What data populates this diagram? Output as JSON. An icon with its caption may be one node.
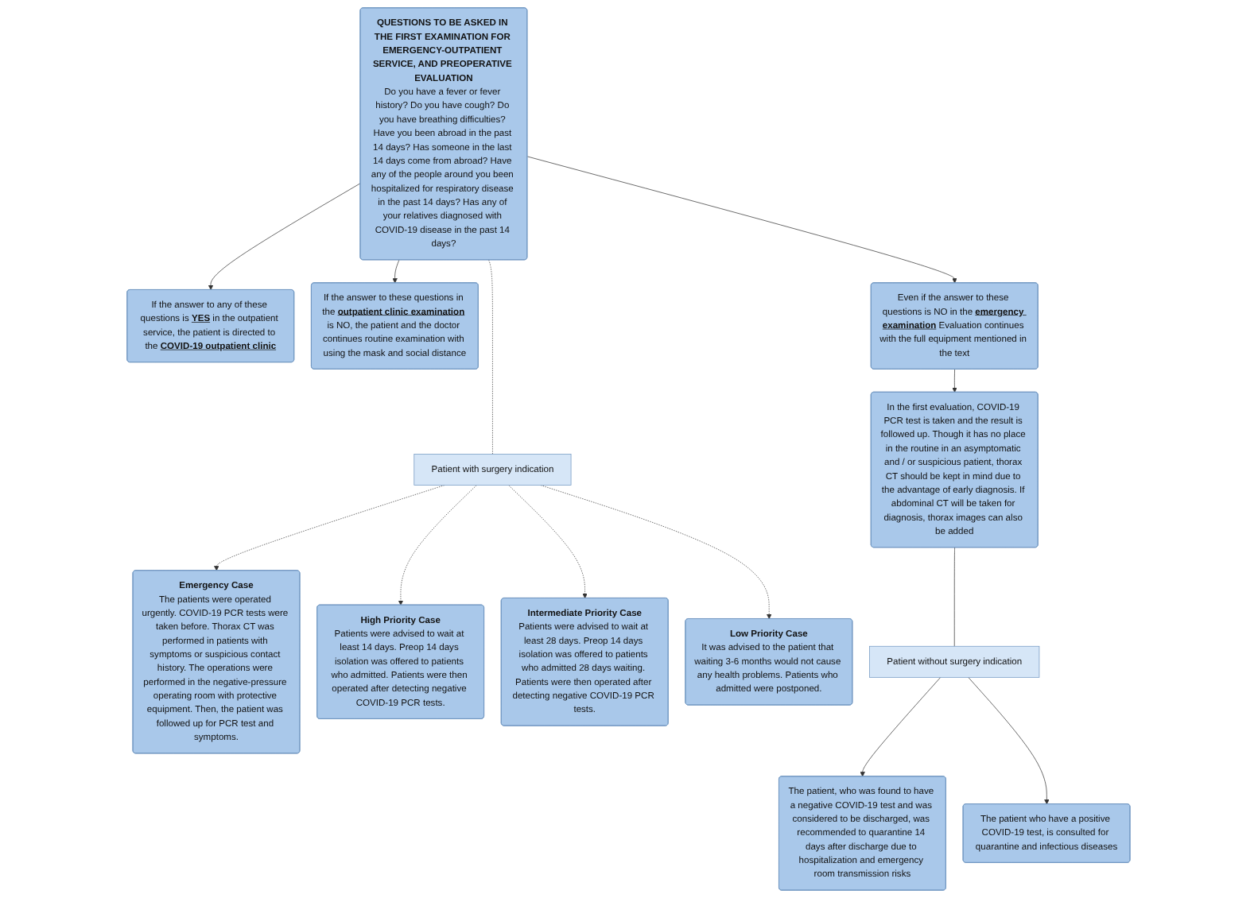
{
  "diagram": {
    "nodes": [
      {
        "text": [
          "QUESTIONS TO BE ASKED IN THE FIRST EXAMINATION FOR EMERGENCY-OUTPATIENT SERVICE, AND PREOPERATIVE EVALUATION",
          "Do you have a fever or fever history? Do you have cough? Do you have breathing difficulties? Have you been abroad in the past 14 days? Has someone in the last 14 days come from abroad? Have any of the people around you been hospitalized for respiratory disease in the past 14 days? Has any of your relatives diagnosed with COVID-19 disease in the past 14 days?"
        ]
      },
      {
        "text": [
          "If the answer to these questions in the **outpatient clinic examination** is NO, the patient and the doctor continues routine examination with using the mask and social distance"
        ]
      },
      {
        "text": [
          "Even if the answer to these questions is NO in the **emergency examination** Evaluation continues with the full equipment mentioned in the text"
        ]
      },
      {
        "text": [
          "If the answer to any of these questions is **YES** in the outpatient service, the patient is directed to the **COVID-19 outpatient clinic**"
        ]
      },
      {
        "text": [
          "Emergency Case",
          "The patients were operated urgently. COVID-19 PCR tests were taken before. Thorax CT was performed in patients with symptoms or suspicious contact history. The operations were performed in the negative-pressure operating room with protective equipment. Then, the patient was followed up for PCR test and symptoms."
        ]
      },
      {
        "text": [
          "High Priority Case",
          "Patients were advised to wait at least 14 days. Preop 14 days isolation was offered to patients who admitted. Patients were then operated after detecting negative COVID-19 PCR tests."
        ]
      },
      {
        "text": [
          "Intermediate Priority Case",
          "Patients were advised to wait at least 28 days. Preop 14 days isolation was offered to patients who admitted 28 days waiting. Patients were then operated after detecting negative COVID-19 PCR tests."
        ]
      },
      {
        "text": [
          "Low Priority Case",
          "It was advised to the patient that waiting 3-6 months would not cause any health problems. Patients who admitted were postponed."
        ]
      },
      {
        "text": [
          "Patient with surgery indication"
        ]
      },
      {
        "text": [
          "In the first evaluation, COVID-19 PCR test is taken and the result is followed up. Though it has no place in the routine in an asymptomatic and / or suspicious patient, thorax CT should be kept in mind due to the advantage of early diagnosis. If abdominal CT will be taken for diagnosis, thorax images can also be added"
        ]
      },
      {
        "text": [
          "Patient without surgery indication"
        ]
      },
      {
        "text": [
          "The patient, who was found to have a negative COVID-19 test and was considered to be discharged, was recommended to quarantine 14 days after discharge due to hospitalization and emergency room transmission risks"
        ]
      },
      {
        "text": [
          "The patient who have a positive COVID-19 test, is consulted for quarantine and infectious diseases"
        ]
      }
    ],
    "edges": [
      {
        "from": 0,
        "to": 1,
        "arrow": "to"
      },
      {
        "from": 0,
        "to": 2,
        "arrow": "to"
      },
      {
        "from": 0,
        "to": 3,
        "arrow": "to"
      },
      {
        "from": 2,
        "to": 9,
        "arrow": "to"
      },
      {
        "from": 0,
        "to": 8,
        "arrow": "none",
        "style": "dashed"
      },
      {
        "from": 8,
        "to": 4,
        "arrow": "to",
        "style": "dashed"
      },
      {
        "from": 8,
        "to": 5,
        "arrow": "to",
        "style": "dashed"
      },
      {
        "from": 8,
        "to": 6,
        "arrow": "to",
        "style": "dashed"
      },
      {
        "from": 8,
        "to": 7,
        "arrow": "to",
        "style": "dashed"
      },
      {
        "from": 9,
        "to": 10,
        "arrow": "none"
      },
      {
        "from": 10,
        "to": 11,
        "arrow": "to"
      },
      {
        "from": 10,
        "to": 12,
        "arrow": "to"
      }
    ]
  }
}
